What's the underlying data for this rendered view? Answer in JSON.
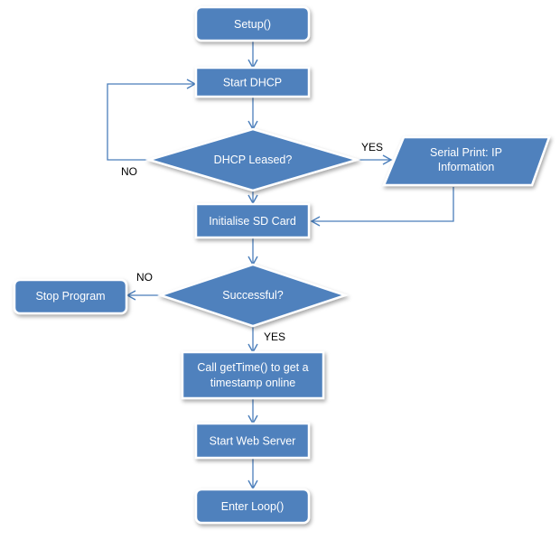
{
  "colors": {
    "node_fill": "#4f81bd",
    "node_border": "#ffffff",
    "connector": "#4a7ebb",
    "label_text": "#000000",
    "node_text": "#ffffff"
  },
  "nodes": {
    "setup": {
      "label": "Setup()",
      "shape": "rounded-rectangle"
    },
    "start_dhcp": {
      "label": "Start DHCP",
      "shape": "rectangle"
    },
    "dhcp_leased": {
      "label": "DHCP Leased?",
      "shape": "diamond"
    },
    "serial_print": {
      "line1": "Serial Print: IP",
      "line2": "Information",
      "shape": "parallelogram"
    },
    "init_sd": {
      "label": "Initialise SD Card",
      "shape": "rectangle"
    },
    "successful": {
      "label": "Successful?",
      "shape": "diamond"
    },
    "stop_program": {
      "label": "Stop Program",
      "shape": "rounded-rectangle"
    },
    "get_time": {
      "line1": "Call getTime() to get a",
      "line2": "timestamp online",
      "shape": "rectangle"
    },
    "web_server": {
      "label": "Start Web Server",
      "shape": "rectangle"
    },
    "enter_loop": {
      "label": "Enter Loop()",
      "shape": "rounded-rectangle"
    }
  },
  "edge_labels": {
    "dhcp_no": "NO",
    "dhcp_yes": "YES",
    "sd_no": "NO",
    "sd_yes": "YES"
  }
}
